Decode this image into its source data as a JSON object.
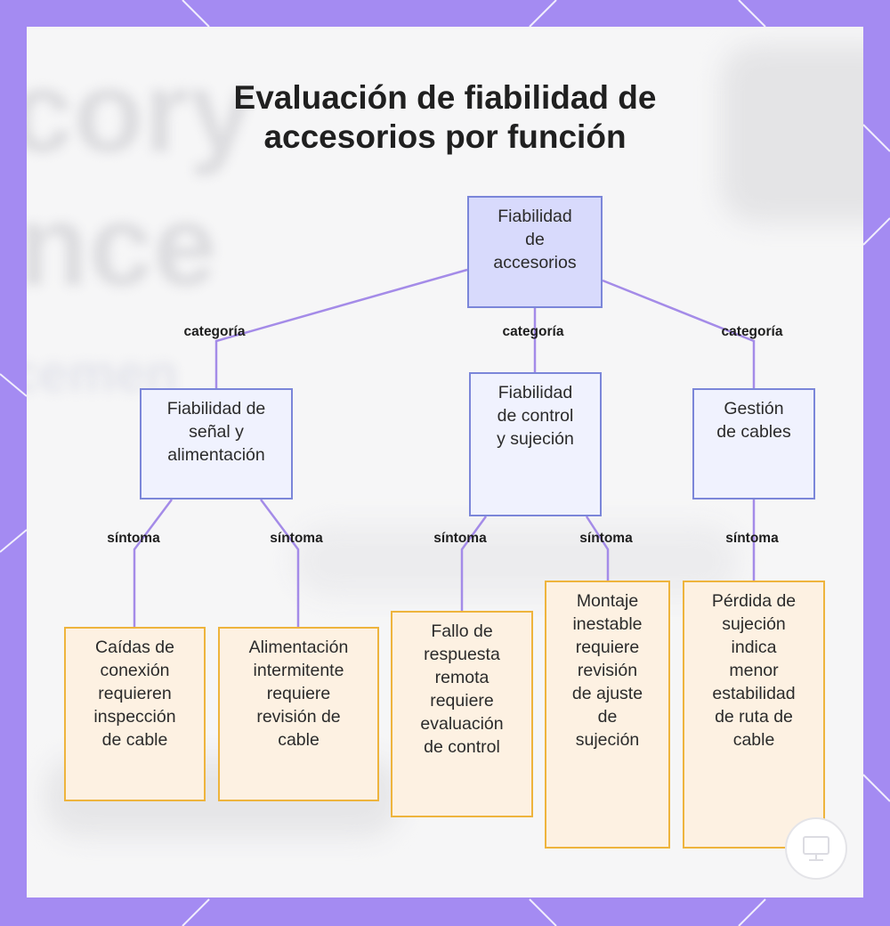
{
  "title": "Evaluación de fiabilidad de\naccesorios por función",
  "background_text": [
    "cory",
    "nce",
    "cemen"
  ],
  "colors": {
    "frame": "#a48bf2",
    "canvas": "#f6f6f7",
    "edge": "#a48be8",
    "root_fill": "#d8dafc",
    "category_border": "#7b86d9",
    "leaf_fill": "#fdf1e2",
    "leaf_border": "#eeb43d"
  },
  "nodes": {
    "root": "Fiabilidad\nde\naccesorios",
    "cat_signal": "Fiabilidad de\nseñal y\nalimentación",
    "cat_control": "Fiabilidad\nde control\ny sujeción",
    "cat_cables": "Gestión\nde cables",
    "leaf_drops": "Caídas de\nconexión\nrequieren\ninspección\nde cable",
    "leaf_power": "Alimentación\nintermitente\nrequiere\nrevisión de\ncable",
    "leaf_remote": "Fallo de\nrespuesta\nremota\nrequiere\nevaluación\nde control",
    "leaf_mount": "Montaje\ninestable\nrequiere\nrevisión\nde ajuste\nde\nsujeción",
    "leaf_grip": "Pérdida de\nsujeción\nindica\nmenor\nestabilidad\nde ruta de\ncable"
  },
  "edge_labels": {
    "category": "categoría",
    "symptom": "síntoma"
  },
  "badge_icon": "monitor-icon"
}
